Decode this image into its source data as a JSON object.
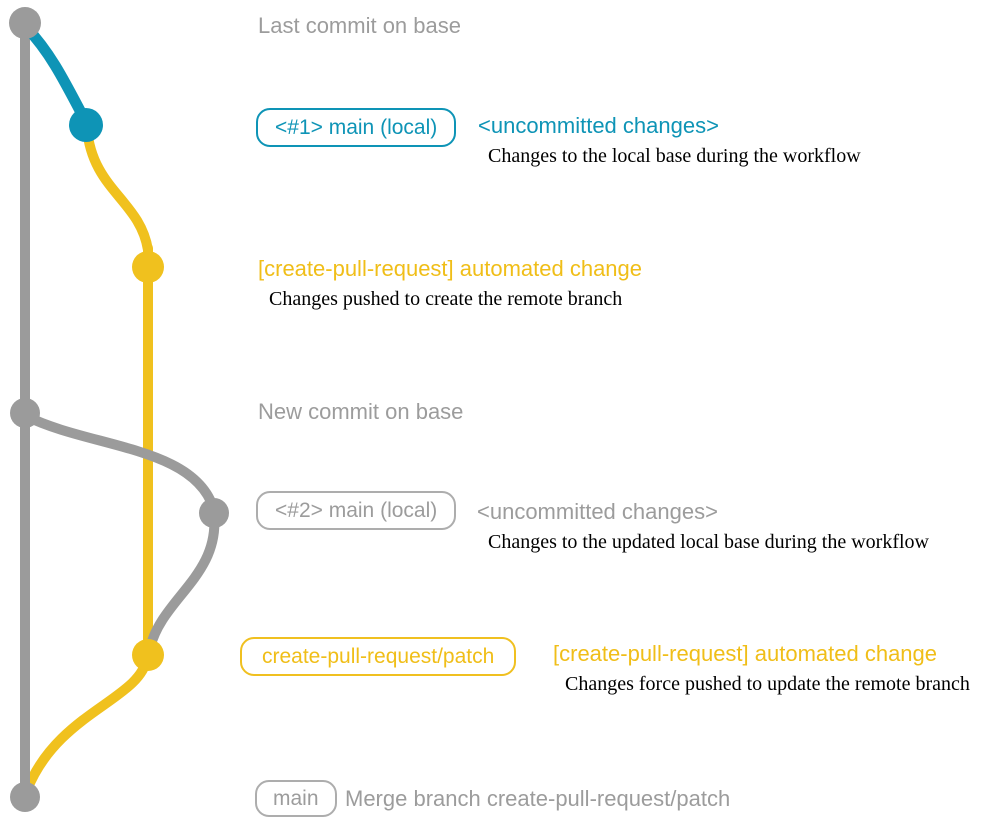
{
  "colors": {
    "teal": "#0E94B6",
    "yellow": "#F0C11E",
    "gray": "#9B9B9B"
  },
  "annotations": {
    "last_commit_label": "Last commit on base",
    "new_commit_label": "New commit on base",
    "merge_label": "Merge branch create-pull-request/patch"
  },
  "badges": {
    "main_local_1": "<#1> main (local)",
    "main_local_2": "<#2> main (local)",
    "patch_branch": "create-pull-request/patch",
    "main": "main"
  },
  "commits": {
    "uncommitted_1": {
      "title": "<uncommitted changes>",
      "description": "Changes to the local base during the workflow"
    },
    "automated_1": {
      "title": "[create-pull-request] automated change",
      "description": "Changes pushed to create the remote branch"
    },
    "uncommitted_2": {
      "title": "<uncommitted changes>",
      "description": "Changes to the updated local base during the workflow"
    },
    "automated_2": {
      "title": "[create-pull-request] automated change",
      "description": "Changes force pushed to update the remote branch"
    }
  }
}
